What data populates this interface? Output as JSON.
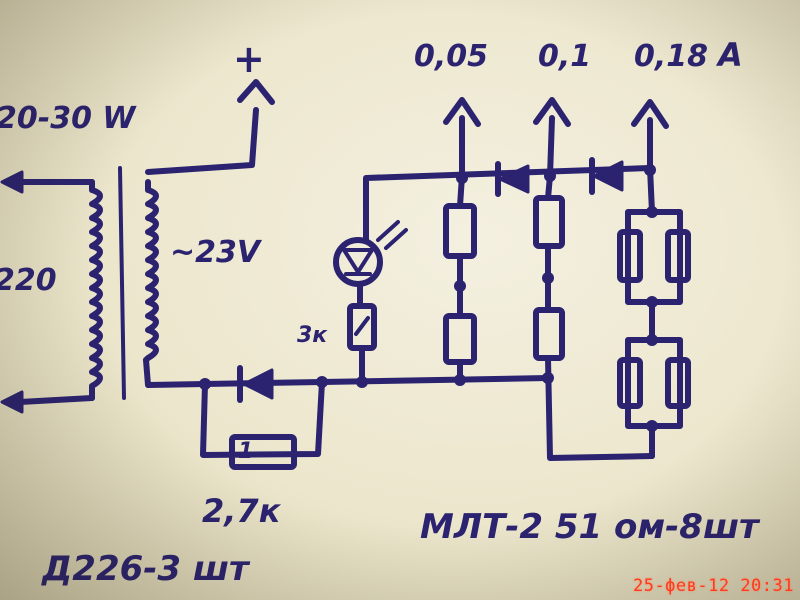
{
  "labels": {
    "power": "20-30 W",
    "plus": "+",
    "mains": "220",
    "secondary": "~23V",
    "out1": "0,05",
    "out2": "0,1",
    "out3": "0,18",
    "amp_unit": "A",
    "led_resistor": "3к",
    "diode_resistor": "2,7к",
    "resistor_marking": "1",
    "diodes": "Д226-3 шт",
    "resistor_spec": "МЛТ-2 51 ом-8шт"
  },
  "timestamp": "25-фев-12 20:31",
  "colors": {
    "ink": "#2b2370",
    "paper": "#f0ecd8",
    "timestamp": "#ff3a1e"
  }
}
